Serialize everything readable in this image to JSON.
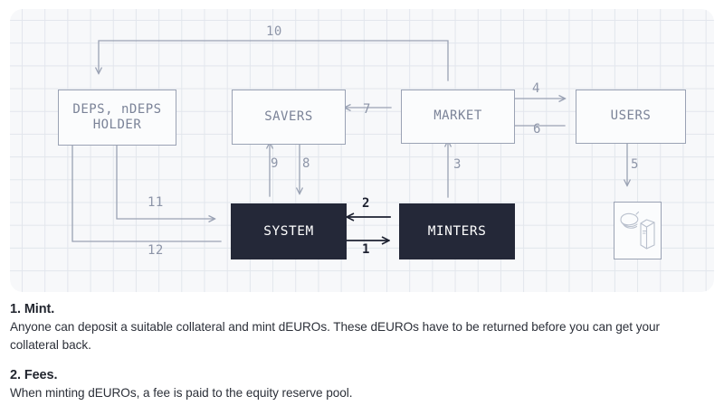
{
  "diagram": {
    "nodes": {
      "holder": "DEPS, nDEPS\nHOLDER",
      "savers": "SAVERS",
      "market": "MARKET",
      "users": "USERS",
      "system": "SYSTEM",
      "minters": "MINTERS",
      "goods": "groceries-icon"
    },
    "arrow_labels": {
      "a1": "1",
      "a2": "2",
      "a3": "3",
      "a4": "4",
      "a5": "5",
      "a6": "6",
      "a7": "7",
      "a8": "8",
      "a9": "9",
      "a10": "10",
      "a11": "11",
      "a12": "12"
    },
    "colors": {
      "panel_bg": "#f7f8fa",
      "grid": "#dfe3ea",
      "node_light_border": "#9aa2b4",
      "node_light_text": "#7b8398",
      "node_dark_bg": "#242838",
      "node_dark_text": "#ffffff",
      "arrow_light": "#9aa2b4",
      "arrow_dark": "#1d2130"
    }
  },
  "sections": [
    {
      "title": "1. Mint.",
      "body": "Anyone can deposit a suitable collateral and mint dEUROs. These dEUROs have to be returned before you can get your collateral back."
    },
    {
      "title": "2. Fees.",
      "body": "When minting dEUROs, a fee is paid to the equity reserve pool."
    }
  ]
}
